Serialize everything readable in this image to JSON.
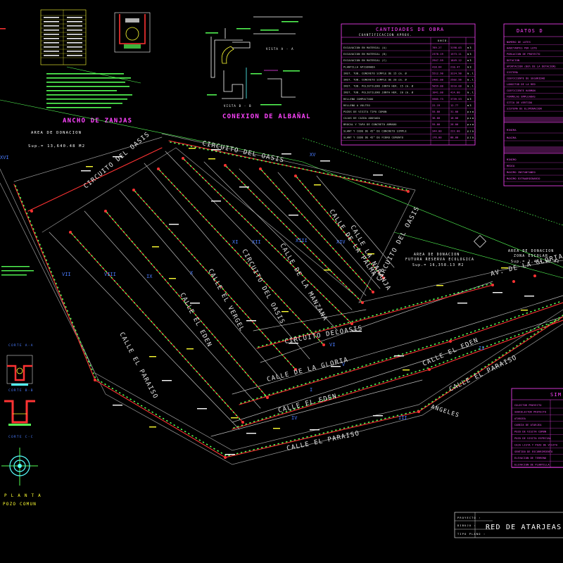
{
  "drawing": {
    "title_block": {
      "fields": [
        "PROYECTO :",
        "DIBUJO :",
        "TIPO PLANO :"
      ],
      "title": "RED DE ATARJEAS"
    },
    "trench_section": {
      "title": "ANCHO DE ZANJAS"
    },
    "connection_detail": {
      "title": "CONEXION DE ALBAÑAL",
      "view_a": "VISTA A - A",
      "view_b": "VISTA B - B"
    },
    "donation_area_1": {
      "label": "AREA DE DONACION",
      "sup": "Sup.= 13,640.48 M2"
    },
    "donation_area_2": {
      "label": "AREA DE DONACION",
      "sub": "FUTURA RESERVA ECOLOGICA",
      "sup": "Sup.= 16,358.13 M2"
    },
    "donation_area_3": {
      "label": "AREA DE DONACION",
      "sub": "ZONA ESCOLAR",
      "sup": "Sup.= 2,444.38 M2"
    },
    "streets": {
      "circuito_oasis_top": "CIRCUITO DEL OASIS",
      "circuito_oasis_left": "CIRCUITO DEL OASIS",
      "circuito_oasis_mid": "CIRCUITO DEL OASIS",
      "circuito_oasis_bottom": "CIRCUITO DELOASIS",
      "circuito_oasis_right": "CIRCUITO DEL OASIS",
      "calle_palma": "CALLE DE LA PALMA",
      "calle_manzana": "CALLE DE LA MANZANA",
      "calle_naranja": "CALLE LA NARANJA",
      "calle_vergel": "CALLE EL VERGEL",
      "calle_edencito": "CALLE EL EDEN",
      "calle_paraiso_diag": "CALLE EL PARAISO",
      "calle_gloria_mid": "CALLE DE LA GLORIA",
      "calle_eden_low": "CALLE EL EDEN",
      "calle_paraiso_low": "CALLE EL PARAISO",
      "av_gloria": "AV. DE LA GLORIA",
      "calle_eden_right": "CALLE EL EDEN",
      "calle_paraiso_right": "CALLE EL PARAISO",
      "angeles": "ANGELES"
    },
    "blocks": [
      "XIV",
      "XV",
      "XIII",
      "XII",
      "XI",
      "X",
      "IX",
      "VIII",
      "VII",
      "VI",
      "V",
      "IV",
      "III",
      "II",
      "I",
      "XVI"
    ],
    "left_sections": {
      "section_a": "CORTE A-A",
      "section_b": "CORTE B-B",
      "section_c": "CORTE C-C",
      "plant": "P L A N T A",
      "plant_sub": "POZO COMUN"
    },
    "quantities_table": {
      "title": "CANTIDADES DE OBRA",
      "subtitle": "CUANTIFICACION APROX.",
      "unit_header": "UNID.",
      "rows": [
        {
          "concept": "EXCAVACION EN MATERIAL (A)",
          "v1": "789.27",
          "v2": "3198.03",
          "unit": "m3"
        },
        {
          "concept": "EXCAVACION EN MATERIAL (B)",
          "v1": "2378.19",
          "v2": "1573.11",
          "unit": "m3"
        },
        {
          "concept": "EXCAVACION EN MATERIAL (C)",
          "v1": "2947.59",
          "v2": "1849.12",
          "unit": "m3"
        },
        {
          "concept": "PLANTILLA APISONADA",
          "v1": "418.64",
          "v2": "210.47",
          "unit": "m3"
        },
        {
          "concept": "INST. TUB. CONCRETO SIMPLE DE 15 cm. Ø",
          "v1": "5512.90",
          "v2": "3224.90",
          "unit": "m.l."
        },
        {
          "concept": "INST. TUB. CONCRETO SIMPLE DE 20 cm. Ø",
          "v1": "2481.00",
          "v2": "2502.56",
          "unit": "m.l."
        },
        {
          "concept": "INST. TUB. POLIETILENO JUNTA HER. 15 cm. Ø",
          "v1": "5059.00",
          "v2": "3310.00",
          "unit": "m.l."
        },
        {
          "concept": "INST. TUB. POLIETILENO JUNTA HER. 20 cm. Ø",
          "v1": "1041.00",
          "v2": "414.00",
          "unit": "m.l."
        },
        {
          "concept": "RELLENO COMPACTADO",
          "v1": "5985.73",
          "v2": "3739.53",
          "unit": "m3"
        },
        {
          "concept": "RELLENO A VOLTEO",
          "v1": "22.19",
          "v2": "12.77",
          "unit": "m3"
        },
        {
          "concept": "POZOS DE VISITA TIPO COMUN",
          "v1": "55.00",
          "v2": "31.00",
          "unit": "pza."
        },
        {
          "concept": "CAJAS DE CAIDA ADOSADA",
          "v1": "36.00",
          "v2": "18.00",
          "unit": "pza."
        },
        {
          "concept": "BROCAL Y TAPA DE CONCRETO ARMADO",
          "v1": "55.00",
          "v2": "26.00",
          "unit": "pza."
        },
        {
          "concept": "SLANT Y CODO DE 45° DE CONCRETO SIMPLE",
          "v1": "344.00",
          "v2": "222.00",
          "unit": "pza."
        },
        {
          "concept": "SLANT Y CODO DE 45° DE FIBRO CEMENTO",
          "v1": "176.00",
          "v2": "88.00",
          "unit": "pza."
        }
      ]
    },
    "project_data": {
      "title": "DATOS D",
      "rows": [
        "NUMERO DE LOTES",
        "HABITANTES POR LOTE",
        "POBLACION DE PROYECTO",
        "DOTACION",
        "APORTACION (80% DE LA DOTACION)",
        "SISTEMA",
        "COEFICIENTE DE SEGURIDAD",
        "LONGITUD DE LA RED",
        "COEFICIENTE HARMON",
        "FORMULAS EMPLEADAS",
        "SITIO DE VERTIDO",
        "SISTEMA DE ELIMINACION"
      ],
      "group2": [
        "MINIMA",
        "MAXIMA"
      ],
      "group3": [
        "MINIMO",
        "MEDIO",
        "MAXIMO INSTANTANEO",
        "MAXIMO EXTRAORDINARIO"
      ]
    },
    "symbology": {
      "title": "SIM",
      "rows": [
        "COLECTOR PROYECTO",
        "SUBCOLECTOR PROYECTO",
        "ATARJEA",
        "CABEZA DE ATARJEA",
        "POZO DE VISITA COMUN",
        "POZO DE VISITA ESPECIAL",
        "CAJA LISTA Y POZO DE VISITA",
        "SENTIDO DE ESCURRIMIENTO",
        "ELEVACION DE TERRENO",
        "ELEVACION DE PLANTILLA"
      ]
    }
  }
}
